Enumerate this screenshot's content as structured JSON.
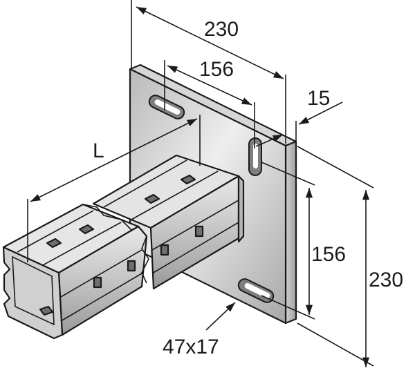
{
  "diagram": {
    "subject": "Wall bracket base plate with attached strut channel",
    "labels": {
      "plate_width": "230",
      "hole_spacing_horizontal": "156",
      "plate_thickness": "15",
      "length": "L",
      "hole_spacing_vertical": "156",
      "plate_height": "230",
      "slot_size": "47x17"
    },
    "colors": {
      "line": "#1a1a1a",
      "metal_light": "#e6e6e6",
      "metal_mid": "#bdbdbd",
      "metal_dark": "#8c8c8c",
      "background": "#ffffff"
    }
  }
}
